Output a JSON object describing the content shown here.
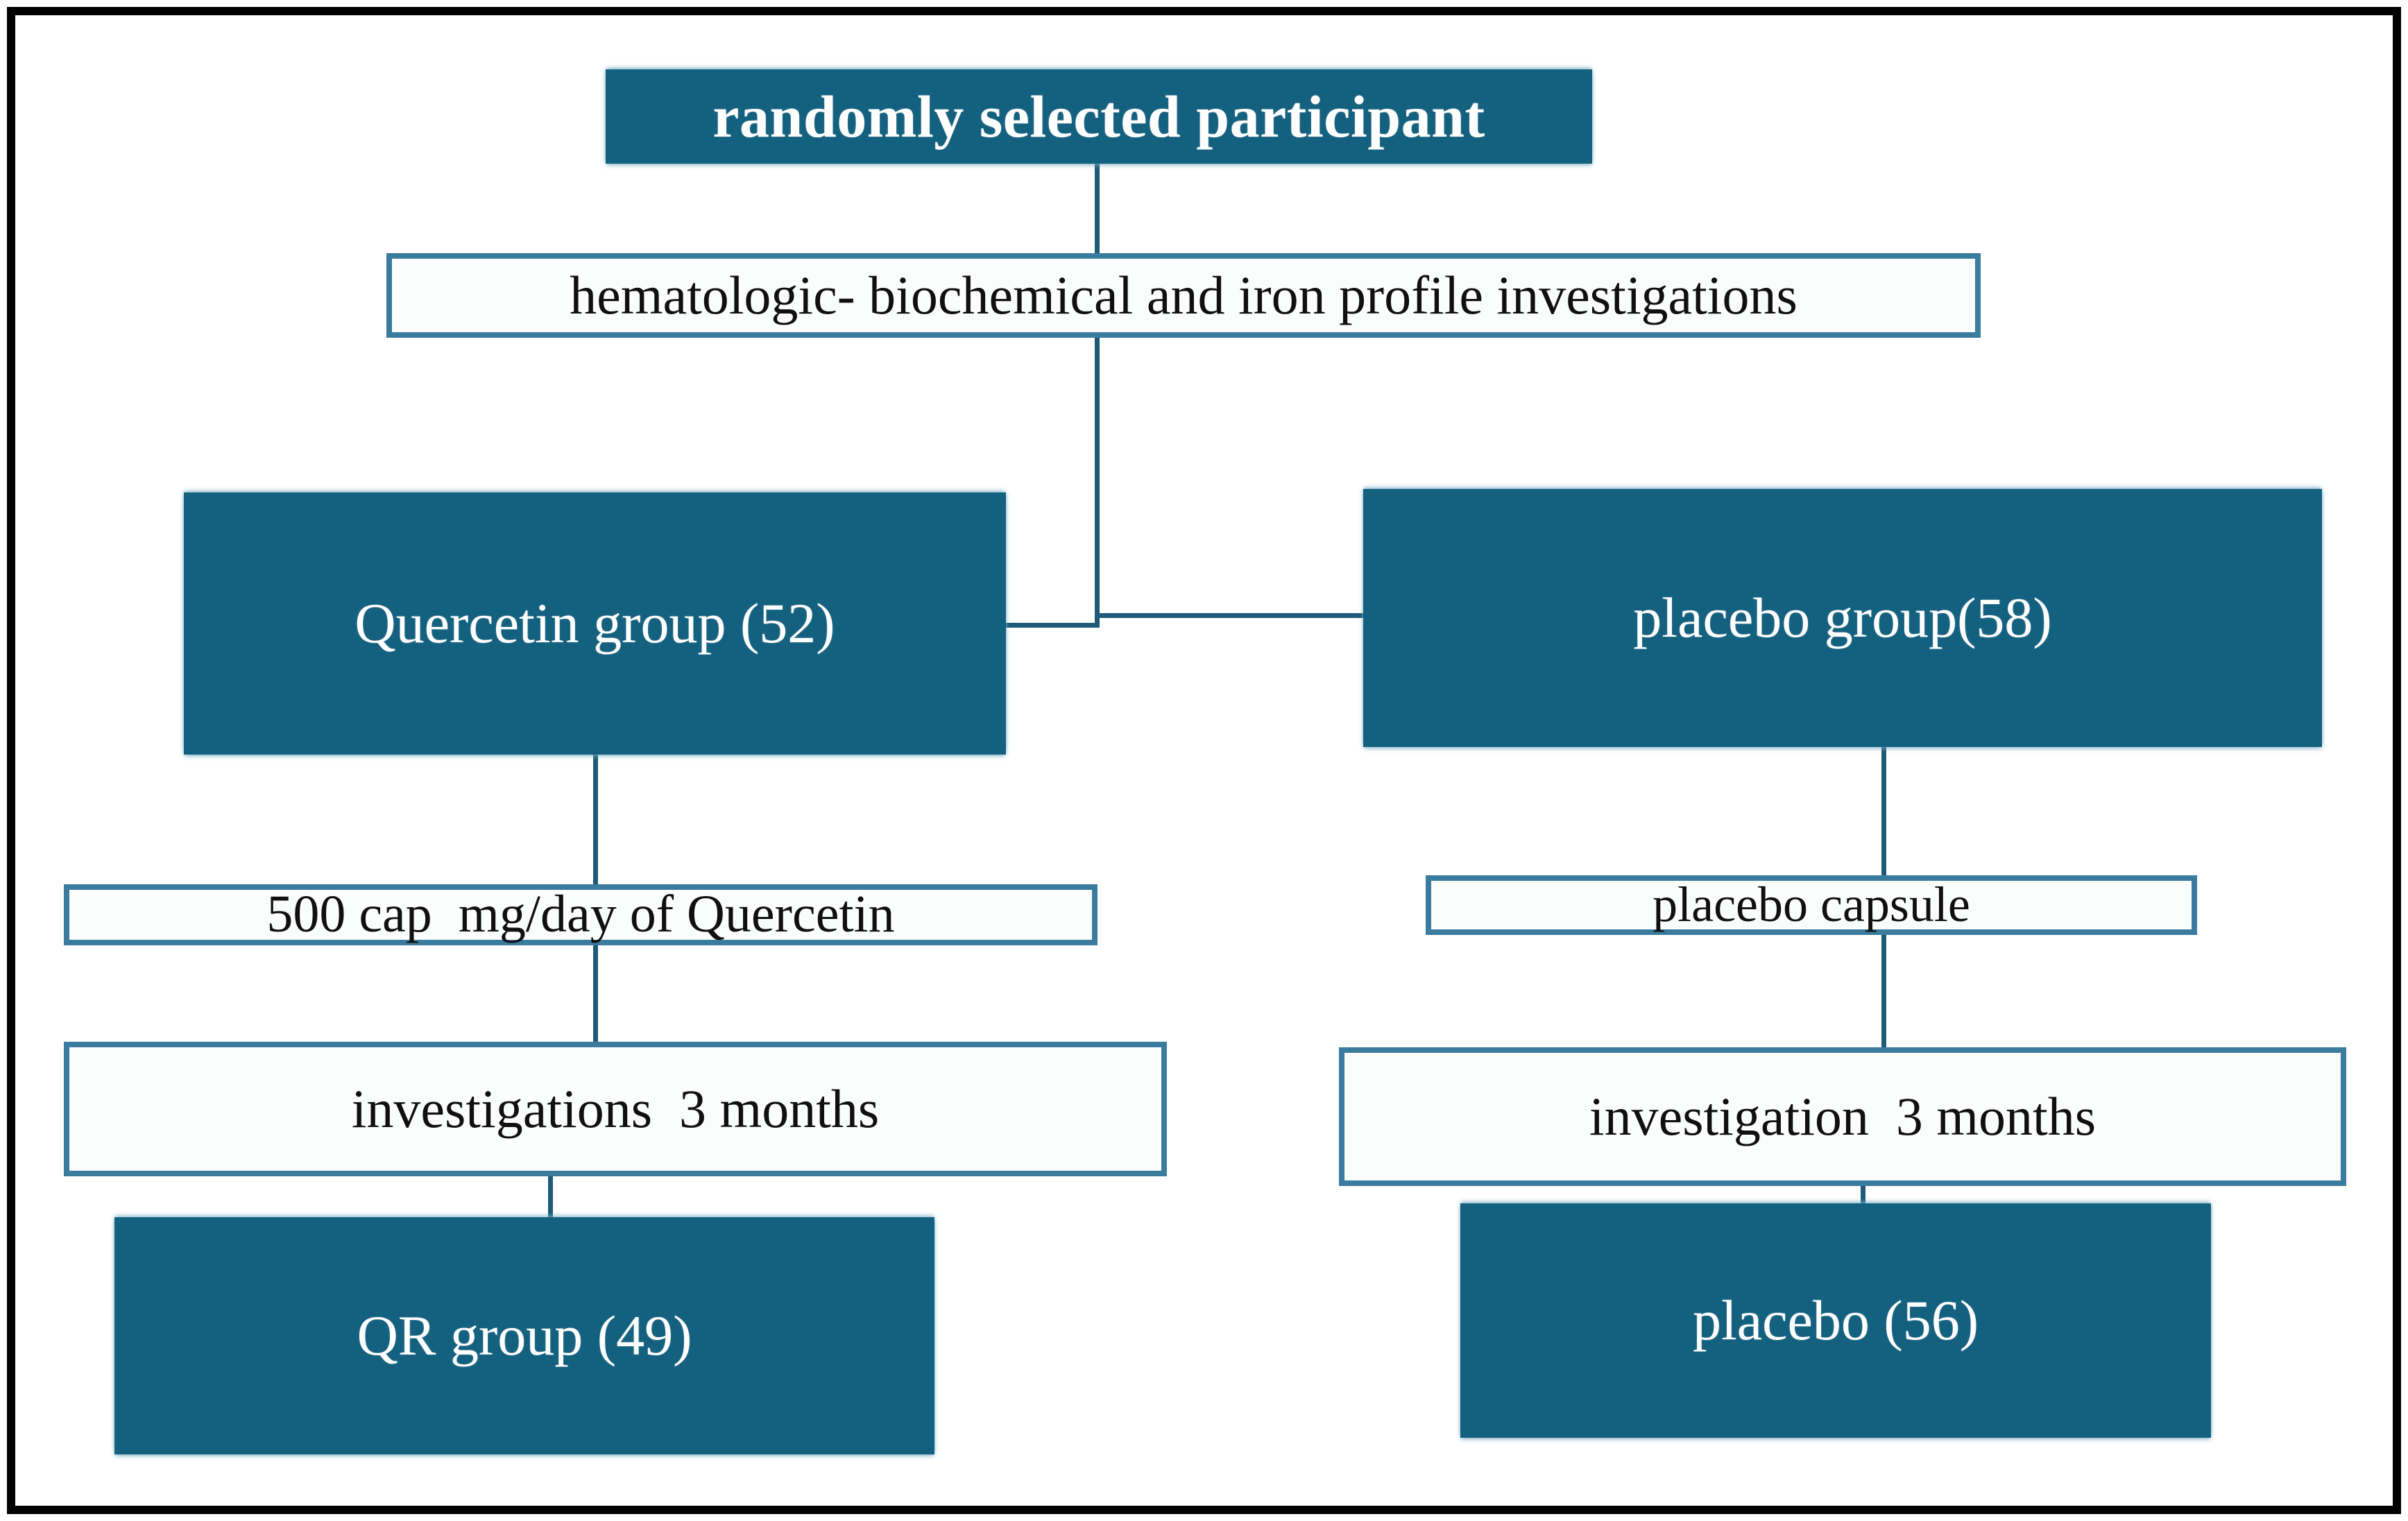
{
  "diagram": {
    "title_box": {
      "label": "randomly selected participant"
    },
    "screening_box": {
      "label": "hematologic- biochemical and iron profile investigations"
    },
    "arms": [
      {
        "id": "quercetin",
        "group_box": {
          "label": "Quercetin group (52)"
        },
        "intervention_box": {
          "label": "500 cap  mg/day of Quercetin"
        },
        "followup_box": {
          "label": "investigations  3 months"
        },
        "result_box": {
          "label": "QR group (49)"
        }
      },
      {
        "id": "placebo",
        "group_box": {
          "label": "placebo group(58)"
        },
        "intervention_box": {
          "label": "placebo capsule"
        },
        "followup_box": {
          "label": "investigation  3 months"
        },
        "result_box": {
          "label": "placebo (56)"
        }
      }
    ],
    "colors": {
      "fill_dark_blue": "#14607f",
      "border_blue": "#3b7b9e",
      "connector_blue": "#1d5b78",
      "frame_black": "#000000",
      "box_white": "#fbfcfc",
      "text_on_dark": "#ffffff",
      "text_on_light": "#101010"
    }
  }
}
